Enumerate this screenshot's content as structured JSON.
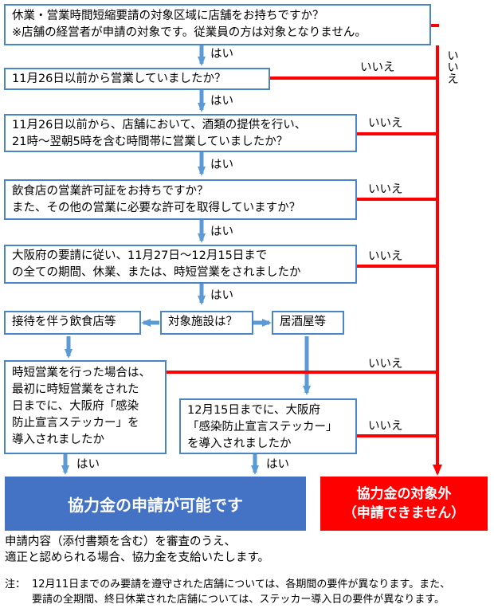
{
  "colors": {
    "box_border": "#4a86c6",
    "yes_arrow": "#5b9bd5",
    "no_line": "#ff0000",
    "result_yes": "#4472c4",
    "result_no": "#ff0000"
  },
  "questions": {
    "q1": "休業・営業時間短縮要請の対象区域に店舗をお持ちですか？\n※店舗の経営者が申請の対象です。従業員の方は対象となりません。",
    "q2": "11月26日以前から営業していましたか？",
    "q3": "11月26日以前から、店舗において、酒類の提供を行い、\n21時～翌朝5時を含む時間帯に営業していましたか？",
    "q4": "飲食店の営業許可証をお持ちですか？\nまた、その他の営業に必要な許可を取得していますか？",
    "q5": "大阪府の要請に従い、11月27日～12月15日まで\nの全ての期間、休業、または、時短営業をされましたか",
    "facility_left": "接待を伴う飲食店等",
    "facility_question": "対象施設は？",
    "facility_right": "居酒屋等",
    "q6_left": "時短営業を行った場合は、\n最初に時短営業をされた\n日までに、大阪府「感染\n防止宣言ステッカー」を\n導入されましたか",
    "q6_right": "12月15日までに、大阪府\n「感染防止宣言ステッカー」\nを導入されましたか"
  },
  "labels": {
    "yes": "はい",
    "no": "いいえ",
    "no_vertical": "いいえ"
  },
  "results": {
    "eligible": "協力金の申請が可能です",
    "ineligible": "協力金の対象外\n（申請できません）"
  },
  "description": "申請内容（添付書類を含む）を審査のうえ、\n適正と認められる場合、協力金を支給いたします。",
  "note": {
    "label": "注：",
    "text": "12月11日までのみ要請を遵守された店舗については、各期間の要件が異なります。また、\n要請の全期間、終日休業された店舗については、ステッカー導入日の要件が異なります。"
  }
}
